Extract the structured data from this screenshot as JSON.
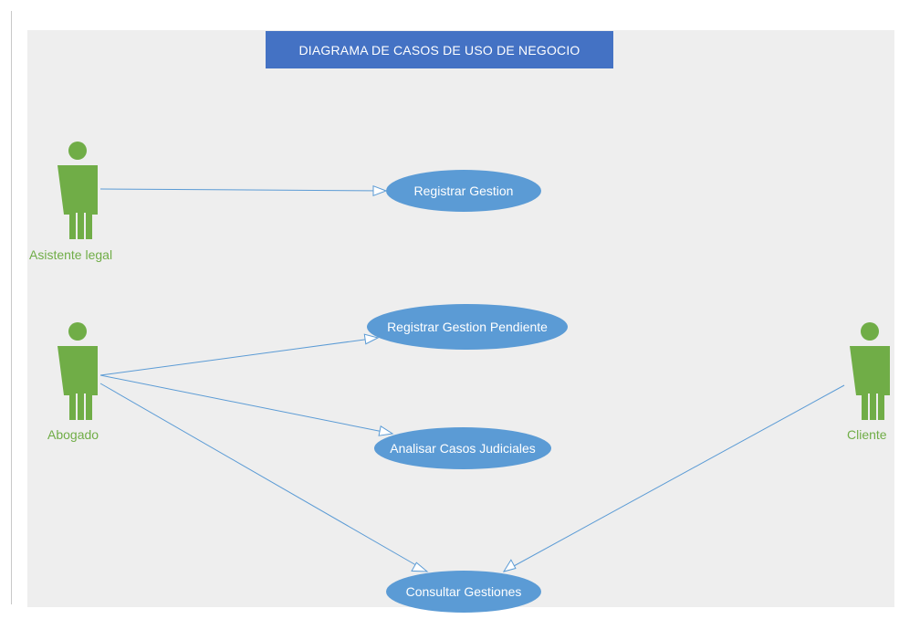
{
  "diagram": {
    "title": "DIAGRAMA DE CASOS DE USO DE NEGOCIO",
    "actors": {
      "asistente": "Asistente legal",
      "abogado": "Abogado",
      "cliente": "Cliente"
    },
    "use_cases": {
      "registrar_gestion": "Registrar Gestion",
      "registrar_pendiente": "Registrar Gestion Pendiente",
      "analisar_casos": "Analisar Casos Judiciales",
      "consultar_gestiones": "Consultar Gestiones"
    },
    "colors": {
      "title_bg": "#4472c4",
      "use_case_fill": "#5b9bd5",
      "actor_green": "#70ad47",
      "connector": "#5b9bd5",
      "canvas": "#eeeeee"
    }
  }
}
